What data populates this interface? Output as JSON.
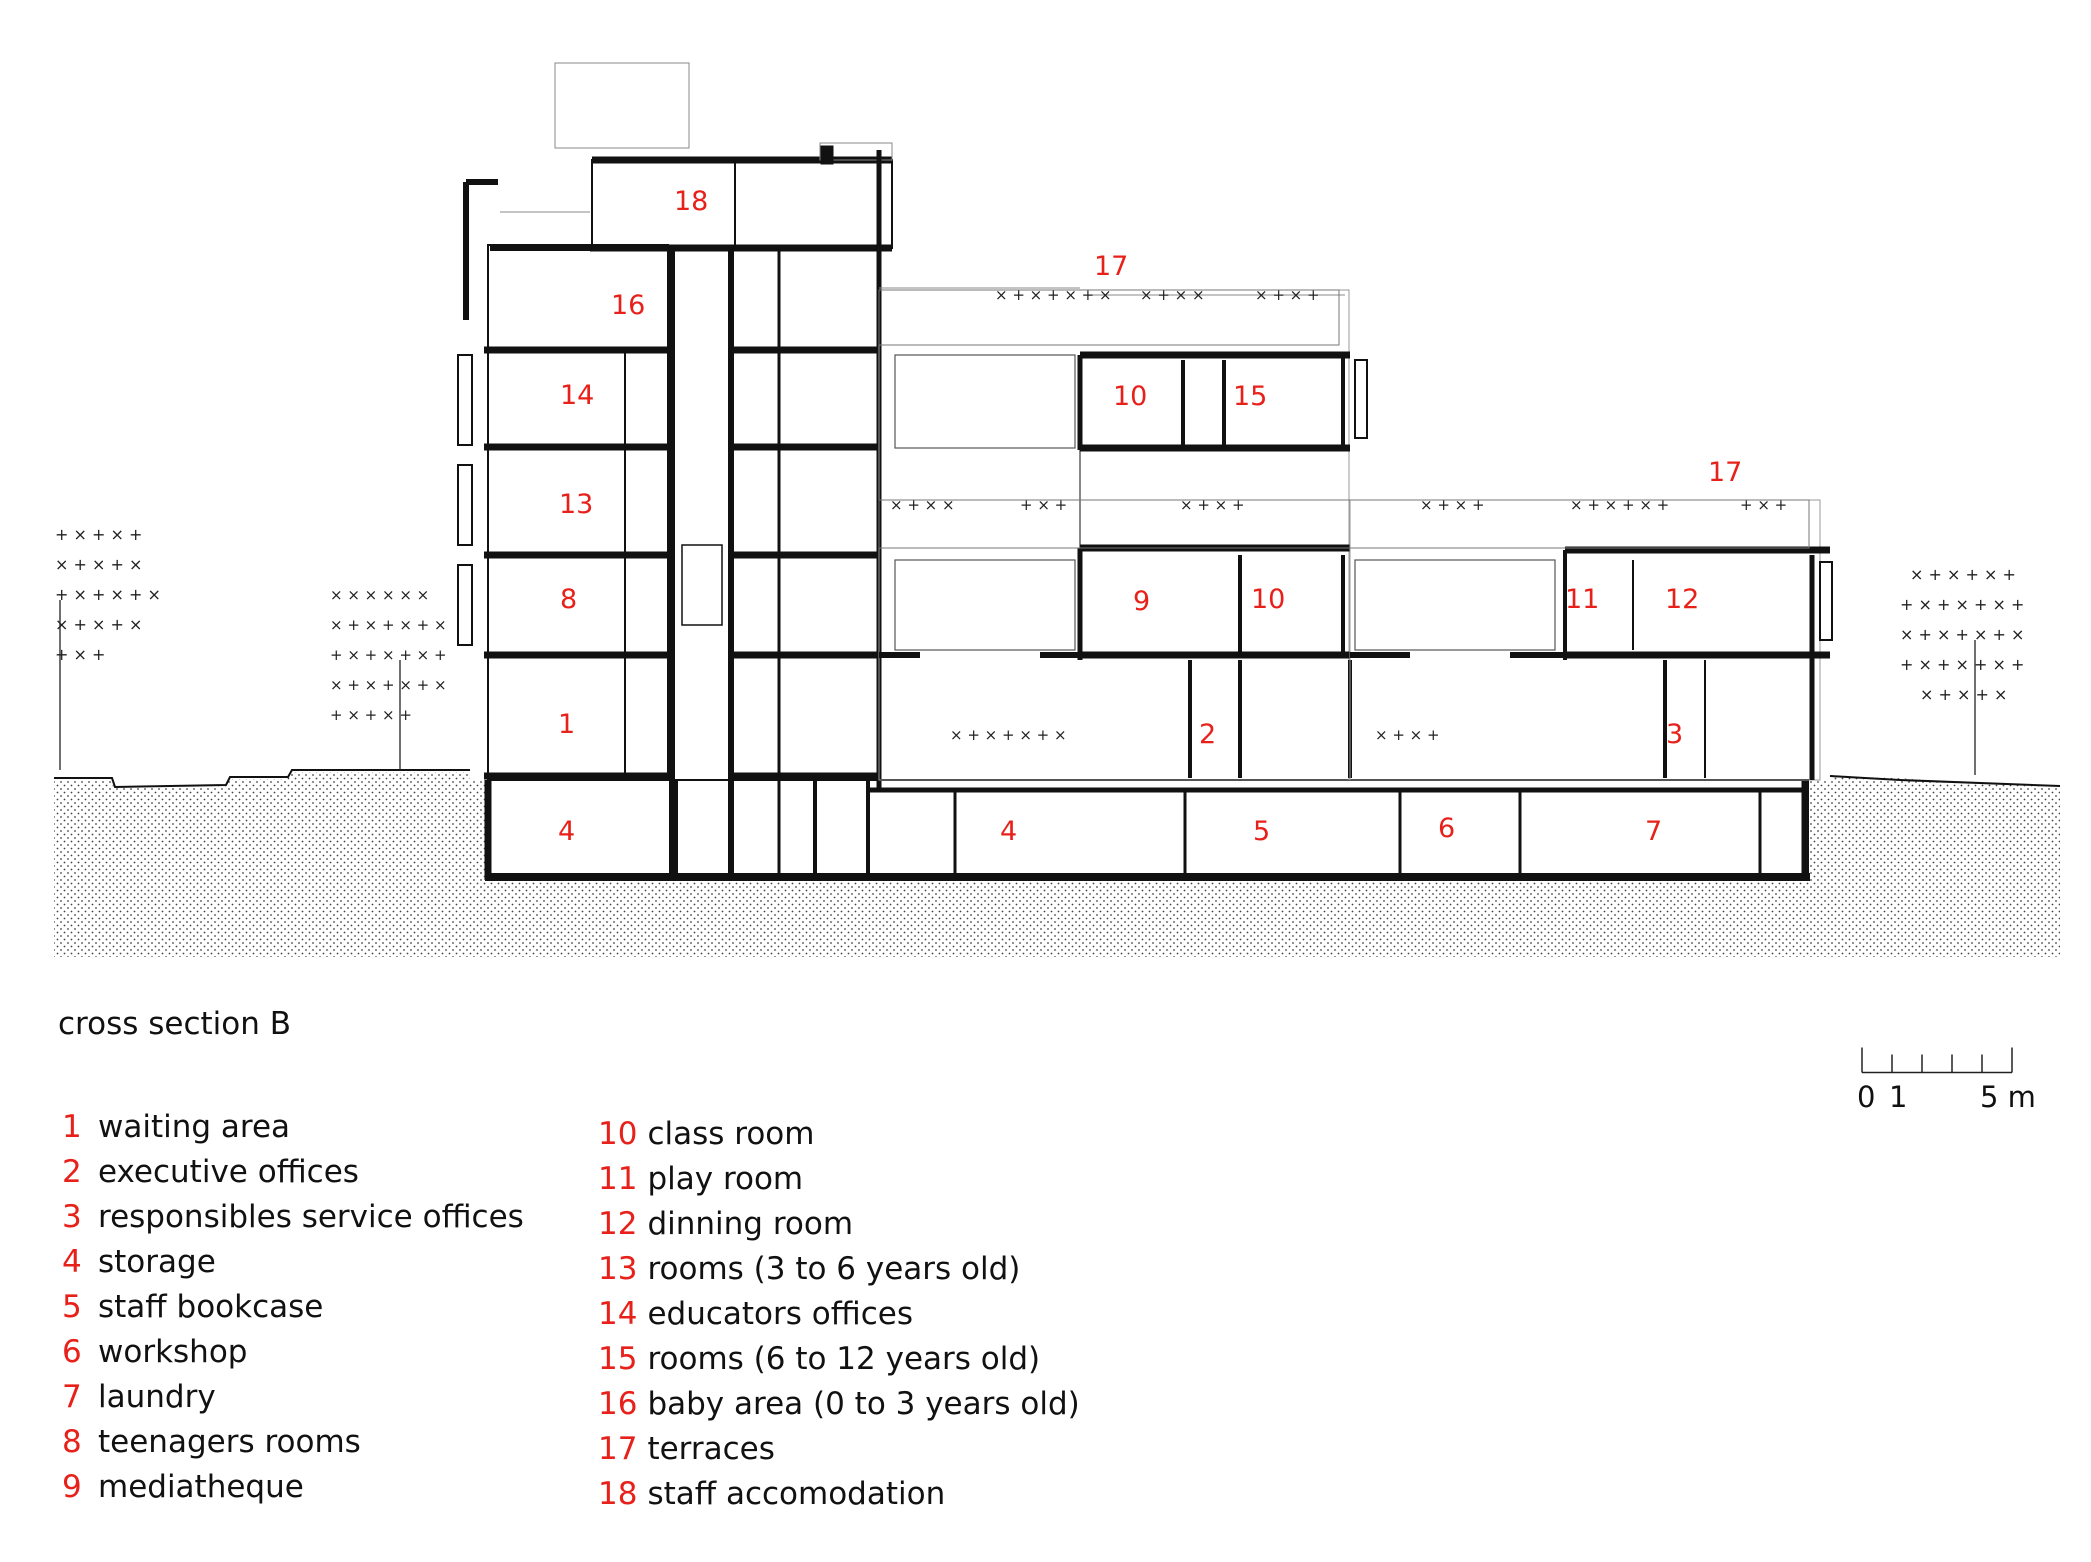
{
  "caption": "cross section B",
  "colors": {
    "label_red": "#e8201a",
    "line": "#111111",
    "soil_dot": "#333333"
  },
  "section_labels": [
    "1",
    "2",
    "3",
    "4",
    "5",
    "6",
    "7",
    "8",
    "9",
    "10",
    "11",
    "12",
    "13",
    "14",
    "15",
    "16",
    "17",
    "18"
  ],
  "legend": {
    "left": [
      {
        "num": "1",
        "text": "waiting area"
      },
      {
        "num": "2",
        "text": "executive offices"
      },
      {
        "num": "3",
        "text": "responsibles service offices"
      },
      {
        "num": "4",
        "text": "storage"
      },
      {
        "num": "5",
        "text": "staff bookcase"
      },
      {
        "num": "6",
        "text": "workshop"
      },
      {
        "num": "7",
        "text": "laundry"
      },
      {
        "num": "8",
        "text": "teenagers rooms"
      },
      {
        "num": "9",
        "text": "mediatheque"
      }
    ],
    "right": [
      {
        "num": "10",
        "text": "class room"
      },
      {
        "num": "11",
        "text": "play room"
      },
      {
        "num": "12",
        "text": "dinning room"
      },
      {
        "num": "13",
        "text": "rooms (3 to 6 years old)"
      },
      {
        "num": "14",
        "text": "educators offices"
      },
      {
        "num": "15",
        "text": "rooms (6 to 12 years old)"
      },
      {
        "num": "16",
        "text": "baby area (0 to 3 years old)"
      },
      {
        "num": "17",
        "text": "terraces"
      },
      {
        "num": "18",
        "text": "staff accomodation"
      }
    ]
  },
  "scale": {
    "label_0": "0",
    "label_1": "1",
    "label_5": "5 m"
  }
}
